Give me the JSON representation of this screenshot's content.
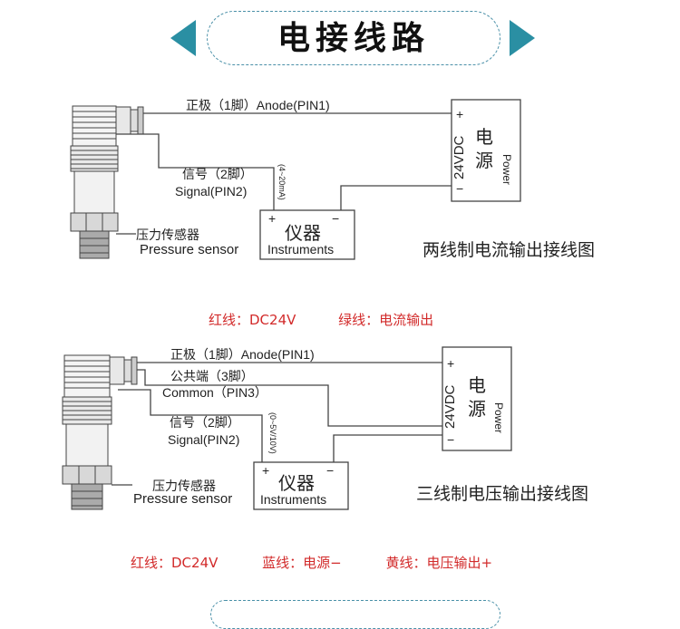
{
  "header": {
    "title": "电接线路"
  },
  "diagram1": {
    "anode_label": "正极（1脚）Anode(PIN1)",
    "signal_label_cn": "信号（2脚）",
    "signal_label_en": "Signal(PIN2)",
    "current_label": "(4~20mA)",
    "sensor_label_cn": "压力传感器",
    "sensor_label_en": "Pressure sensor",
    "instrument_cn": "仪器",
    "instrument_en": "Instruments",
    "instrument_plus": "+",
    "instrument_minus": "−",
    "power_cn_1": "电",
    "power_cn_2": "源",
    "power_voltage": "24VDC",
    "power_plus": "+",
    "power_minus": "−",
    "power_en": "Power",
    "caption": "两线制电流输出接线图"
  },
  "legend1": {
    "red": "红线：DC24V",
    "green": "绿线：电流输出"
  },
  "diagram2": {
    "anode_label": "正极（1脚）Anode(PIN1)",
    "common_label_cn": "公共端（3脚）",
    "common_label_en": "Common（PIN3）",
    "signal_label_cn": "信号（2脚）",
    "signal_label_en": "Signal(PIN2)",
    "voltage_label": "(0~5V/10V)",
    "sensor_label_cn": "压力传感器",
    "sensor_label_en": "Pressure sensor",
    "instrument_cn": "仪器",
    "instrument_en": "Instruments",
    "instrument_plus": "+",
    "instrument_minus": "−",
    "power_cn_1": "电",
    "power_cn_2": "源",
    "power_voltage": "24VDC",
    "power_plus": "+",
    "power_minus": "−",
    "power_en": "Power",
    "caption": "三线制电压输出接线图"
  },
  "legend2": {
    "red": "红线：DC24V",
    "blue": "蓝线：电源−",
    "yellow": "黄线：电压输出+"
  }
}
